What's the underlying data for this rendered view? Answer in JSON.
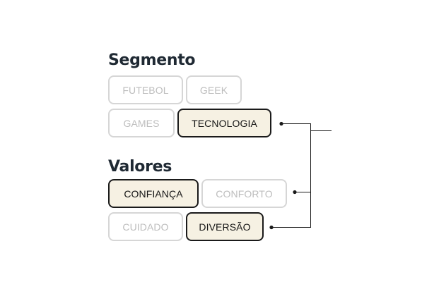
{
  "segmento": {
    "title": "Segmento",
    "options": [
      {
        "label": "FUTEBOL",
        "selected": false
      },
      {
        "label": "GEEK",
        "selected": false
      },
      {
        "label": "GAMES",
        "selected": false
      },
      {
        "label": "TECNOLOGIA",
        "selected": true
      }
    ]
  },
  "valores": {
    "title": "Valores",
    "options": [
      {
        "label": "CONFIANÇA",
        "selected": true
      },
      {
        "label": "CONFORTO",
        "selected": false
      },
      {
        "label": "CUIDADO",
        "selected": false
      },
      {
        "label": "DIVERSÃO",
        "selected": true
      }
    ]
  },
  "colors": {
    "heading": "#1f2933",
    "chip_selected_bg": "#f6f1e3",
    "chip_selected_border": "#1a1a1a",
    "chip_unselected_border": "#d6d6d6",
    "chip_unselected_text": "#bdbdbd",
    "connector": "#1a1a1a"
  }
}
